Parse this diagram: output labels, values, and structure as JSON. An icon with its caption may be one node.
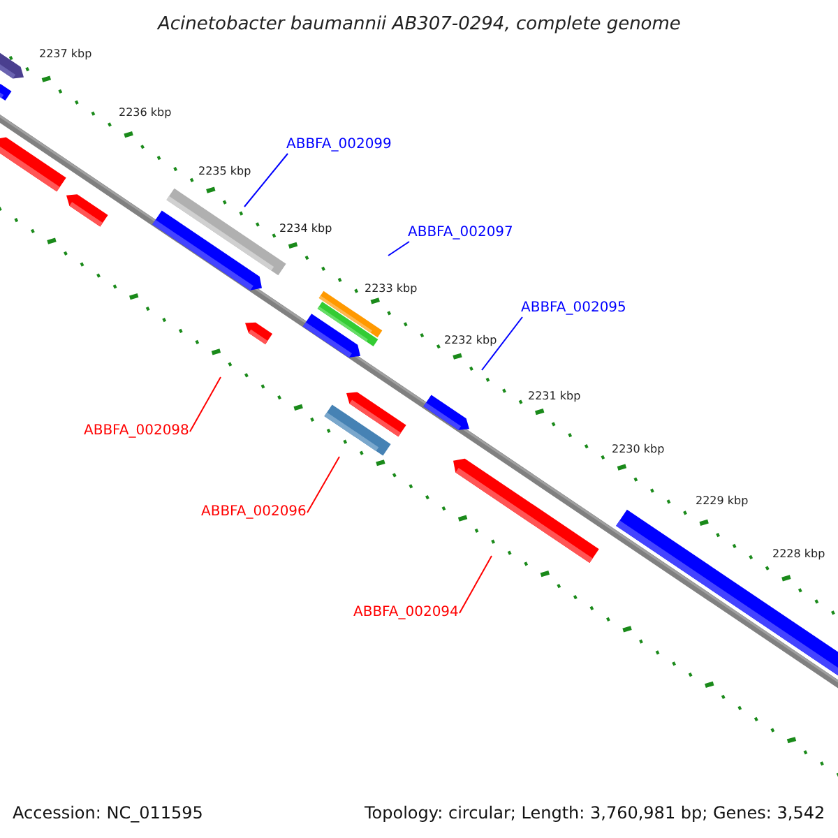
{
  "diagram": {
    "title": "Acinetobacter baumannii AB307-0294, complete genome",
    "nodes": [
      {
        "text": [
          "ABBFA_002099"
        ]
      },
      {
        "text": [
          "ABBFA_002097"
        ]
      },
      {
        "text": [
          "ABBFA_002095"
        ]
      },
      {
        "text": [
          "ABBFA_002098"
        ]
      },
      {
        "text": [
          "ABBFA_002096"
        ]
      },
      {
        "text": [
          "ABBFA_002094"
        ]
      }
    ],
    "edges": [
      {
        "from": 0,
        "to": null,
        "arrow": "none",
        "color": "#0000ff"
      },
      {
        "from": 1,
        "to": null,
        "arrow": "none",
        "color": "#0000ff"
      },
      {
        "from": 2,
        "to": null,
        "arrow": "none",
        "color": "#0000ff"
      },
      {
        "from": 3,
        "to": null,
        "arrow": "none",
        "color": "#ff0000"
      },
      {
        "from": 4,
        "to": null,
        "arrow": "none",
        "color": "#ff0000"
      },
      {
        "from": 5,
        "to": null,
        "arrow": "none",
        "color": "#ff0000"
      }
    ],
    "labels": [
      "2237 kbp",
      "2236 kbp",
      "2235 kbp",
      "2234 kbp",
      "2233 kbp",
      "2232 kbp",
      "2231 kbp",
      "2230 kbp",
      "2229 kbp",
      "2228 kbp",
      "Accession: NC_011595",
      "Topology: circular; Length: 3,760,981 bp; Genes: 3,542"
    ]
  }
}
